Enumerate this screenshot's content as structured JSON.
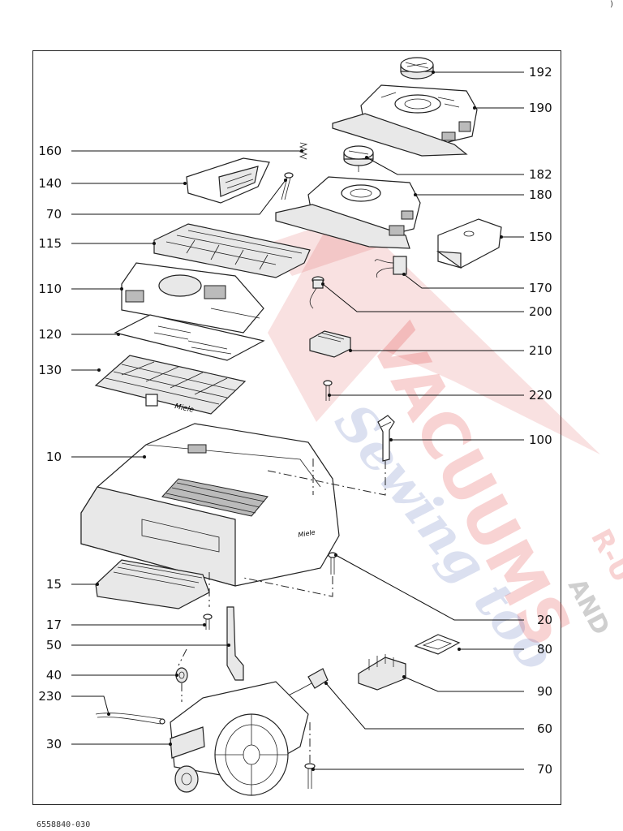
{
  "diagram": {
    "callouts": [
      {
        "id": "192",
        "label": "192",
        "side": "right"
      },
      {
        "id": "190",
        "label": "190",
        "side": "right"
      },
      {
        "id": "160",
        "label": "160",
        "side": "left"
      },
      {
        "id": "140",
        "label": "140",
        "side": "left"
      },
      {
        "id": "182",
        "label": "182",
        "side": "right"
      },
      {
        "id": "180",
        "label": "180",
        "side": "right"
      },
      {
        "id": "70a",
        "label": "70",
        "side": "left"
      },
      {
        "id": "115",
        "label": "115",
        "side": "left"
      },
      {
        "id": "150",
        "label": "150",
        "side": "right"
      },
      {
        "id": "110",
        "label": "110",
        "side": "left"
      },
      {
        "id": "170",
        "label": "170",
        "side": "right"
      },
      {
        "id": "200",
        "label": "200",
        "side": "right"
      },
      {
        "id": "120",
        "label": "120",
        "side": "left"
      },
      {
        "id": "210",
        "label": "210",
        "side": "right"
      },
      {
        "id": "130",
        "label": "130",
        "side": "left"
      },
      {
        "id": "220",
        "label": "220",
        "side": "right"
      },
      {
        "id": "100",
        "label": "100",
        "side": "right"
      },
      {
        "id": "10",
        "label": "10",
        "side": "left"
      },
      {
        "id": "15",
        "label": "15",
        "side": "left"
      },
      {
        "id": "20",
        "label": "20",
        "side": "right"
      },
      {
        "id": "17",
        "label": "17",
        "side": "left"
      },
      {
        "id": "80",
        "label": "80",
        "side": "right"
      },
      {
        "id": "50",
        "label": "50",
        "side": "left"
      },
      {
        "id": "40",
        "label": "40",
        "side": "left"
      },
      {
        "id": "90",
        "label": "90",
        "side": "right"
      },
      {
        "id": "230",
        "label": "230",
        "side": "left"
      },
      {
        "id": "60",
        "label": "60",
        "side": "right"
      },
      {
        "id": "30",
        "label": "30",
        "side": "left"
      },
      {
        "id": "70b",
        "label": "70",
        "side": "right"
      }
    ],
    "brand_marks": {
      "filter_brand": "Miele",
      "housing_brand": "Miele"
    },
    "watermark": {
      "line1": "VACUUMS",
      "line2": "Sewing too",
      "line3": "R-U",
      "line4": "AND"
    },
    "doc_number": "6558840-030",
    "corner_mark": ")"
  }
}
